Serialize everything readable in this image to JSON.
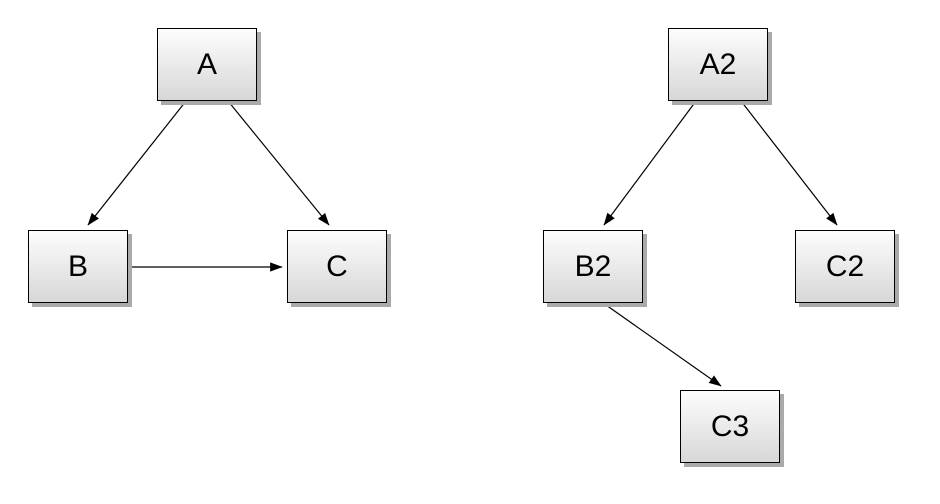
{
  "diagrams": [
    {
      "name": "left-graph",
      "nodes": [
        {
          "id": "A",
          "label": "A"
        },
        {
          "id": "B",
          "label": "B"
        },
        {
          "id": "C",
          "label": "C"
        }
      ],
      "edges": [
        {
          "from": "A",
          "to": "B"
        },
        {
          "from": "A",
          "to": "C"
        },
        {
          "from": "B",
          "to": "C"
        }
      ]
    },
    {
      "name": "right-graph",
      "nodes": [
        {
          "id": "A2",
          "label": "A2"
        },
        {
          "id": "B2",
          "label": "B2"
        },
        {
          "id": "C2",
          "label": "C2"
        },
        {
          "id": "C3",
          "label": "C3"
        }
      ],
      "edges": [
        {
          "from": "A2",
          "to": "B2"
        },
        {
          "from": "A2",
          "to": "C2"
        },
        {
          "from": "B2",
          "to": "C3"
        }
      ]
    }
  ],
  "colors": {
    "background": "#ffffff",
    "node_fill_top": "#fdfdfd",
    "node_fill_bottom": "#d7d7d7",
    "node_border": "#000000",
    "node_shadow": "#aaaaaa",
    "edge": "#000000"
  }
}
